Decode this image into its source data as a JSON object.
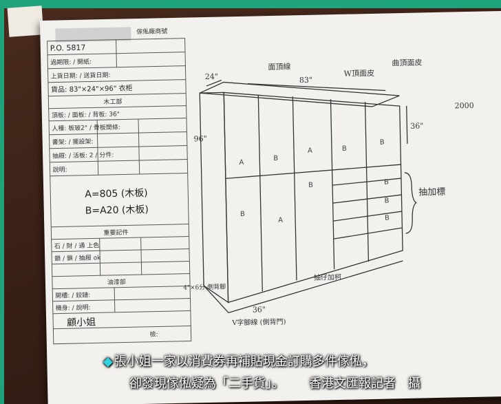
{
  "form": {
    "company": "傢俬廠商號",
    "po": "P.O. 5817",
    "lines": [
      "過期限: / 開紙:",
      "上貨日期: / 送貨日期:",
      "貨品: 83\"×24\"×96\" 衣柜",
      "木工部",
      "頂板: / 面板: / 背板: 36\"",
      "人檯: 板玻2\" / 骨板間條:",
      "書架: / 擺設架:",
      "抽屜: / 活板: 2 / 分件:",
      "說明:"
    ],
    "formula_a": "A=805 (木板)",
    "formula_b": "B=A20 (木板)",
    "record_title": "重要記件",
    "record_rows": [
      "石 / 財 / 通 上色",
      "鎖 / 鎖 / 抽屜 ok",
      ""
    ],
    "paint_title": "油漆部",
    "paint_rows": [
      "開槽: / 鉸鏈:",
      "機身: / 說明:"
    ],
    "signature": "顧小姐",
    "inspect": "檢:"
  },
  "sketch": {
    "dims": [
      "24\"",
      "83\"",
      "96\"",
      "36\"",
      "36\""
    ],
    "notes": [
      "面頂線",
      "W頂面皮",
      "曲頂面皮",
      "抽加標",
      "4\"×6分 側背腳",
      "V字腳線 (側背門)",
      "抽仔加柯",
      "2000"
    ]
  },
  "caption": {
    "line1": "張小姐一家以消費券再補貼現金訂購多件傢俬，",
    "line2": "卻發現傢俬疑為「二手貨」。",
    "credit": "香港文匯報記者　攝"
  }
}
